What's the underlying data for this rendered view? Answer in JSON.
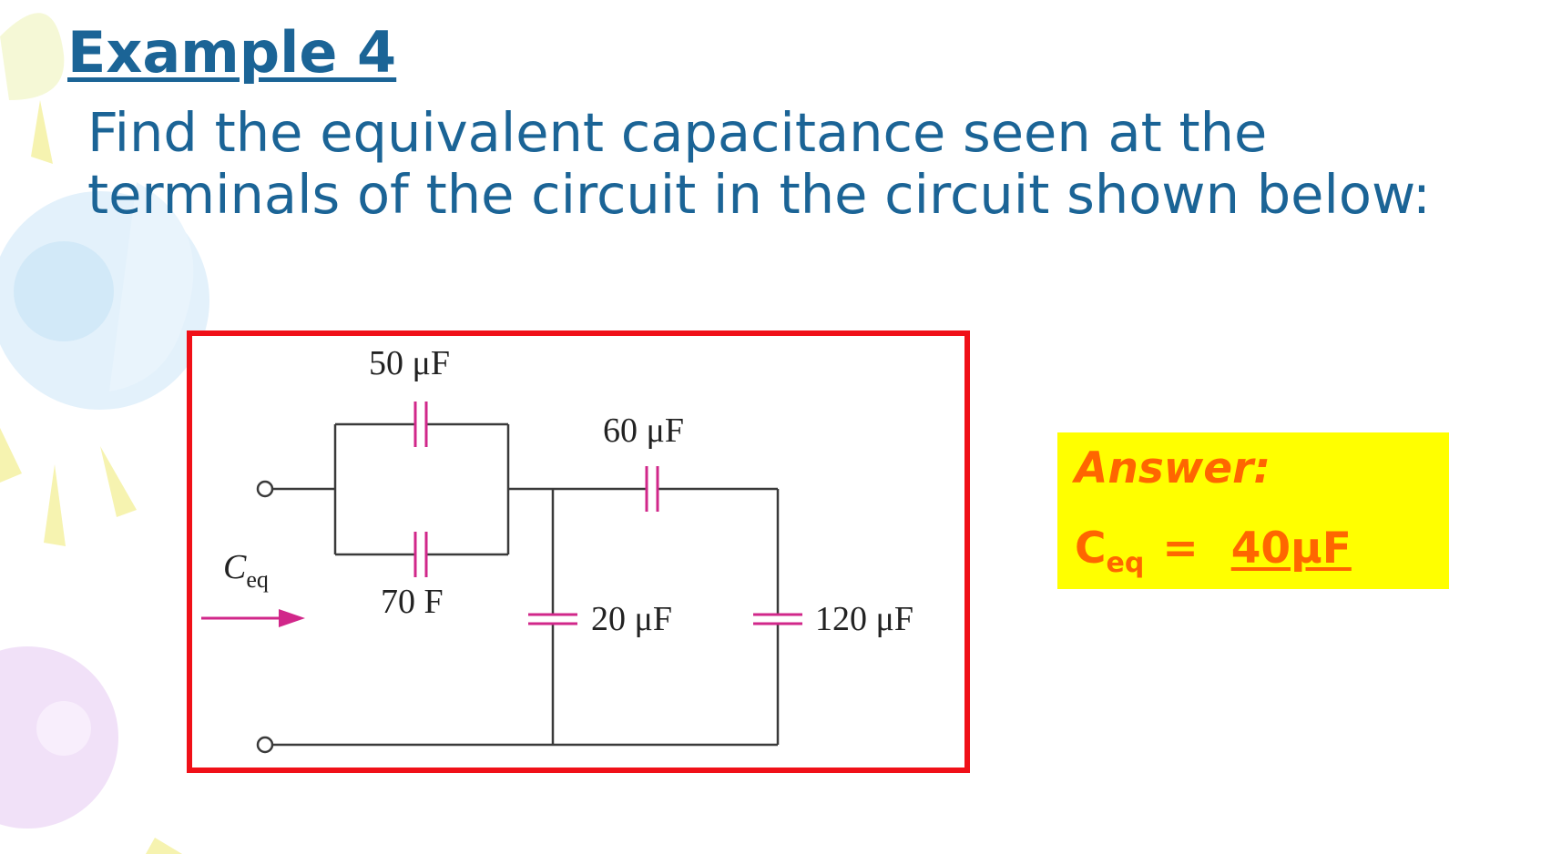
{
  "slide": {
    "title": "Example 4",
    "body_line1": "Find the equivalent capacitance seen at the",
    "body_line2": "terminals of the circuit in the circuit shown below:"
  },
  "circuit": {
    "c1_label": "50 μF",
    "c2_label": "70 F",
    "c3_label": "60 μF",
    "c4_label": "20 μF",
    "c5_label": "120 μF",
    "ceq_symbol": "C",
    "ceq_subscript": "eq",
    "border_color": "#f01018",
    "wire_color": "#3a3a3a",
    "capacitor_color": "#d1278a",
    "arrow_color": "#d1278a"
  },
  "answer": {
    "label": "Answer:",
    "symbol": "C",
    "subscript": "eq",
    "equals": "=",
    "value": "40μF",
    "background_color": "#ffff00",
    "text_color": "#ff6600"
  },
  "theme": {
    "title_color": "#1b6496"
  }
}
